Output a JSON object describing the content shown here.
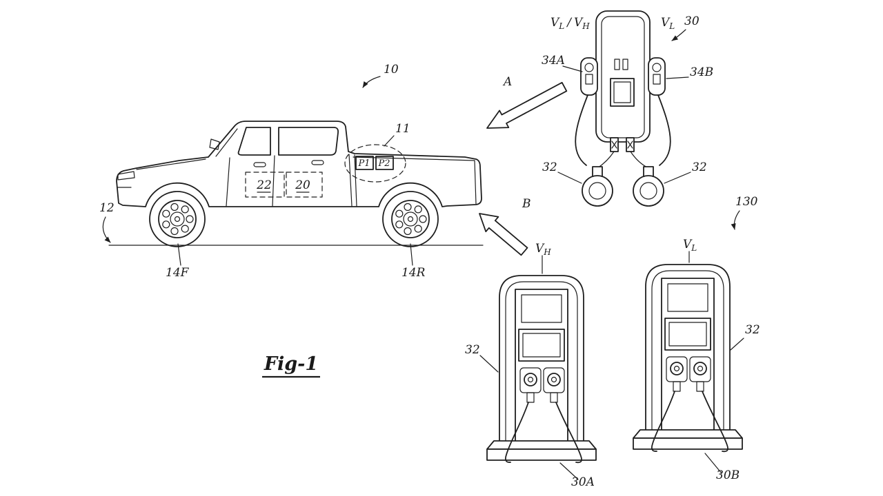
{
  "figure": {
    "caption": "Fig-1"
  },
  "truck": {
    "ref": "10",
    "port_region_ref": "11",
    "ground_ref": "12",
    "front_wheel_ref": "14F",
    "rear_wheel_ref": "14R",
    "battery_box_ref": "22",
    "module_box_ref": "20",
    "port1_label": "P1",
    "port2_label": "P2"
  },
  "arrows": {
    "a_label": "A",
    "b_label": "B"
  },
  "wall_charger": {
    "ref": "30",
    "voltage_dual": {
      "v1": "V",
      "sub1": "L",
      "slash": "/",
      "v2": "V",
      "sub2": "H"
    },
    "voltage_right": {
      "v": "V",
      "sub": "L"
    },
    "left_holster_ref": "34A",
    "right_holster_ref": "34B",
    "left_cable_ref": "32",
    "right_cable_ref": "32"
  },
  "stations": {
    "group_ref": "130",
    "left": {
      "voltage": {
        "v": "V",
        "sub": "H"
      },
      "cable_ref": "32",
      "ref": "30A"
    },
    "right": {
      "voltage": {
        "v": "V",
        "sub": "L"
      },
      "cable_ref": "32",
      "ref": "30B"
    }
  }
}
